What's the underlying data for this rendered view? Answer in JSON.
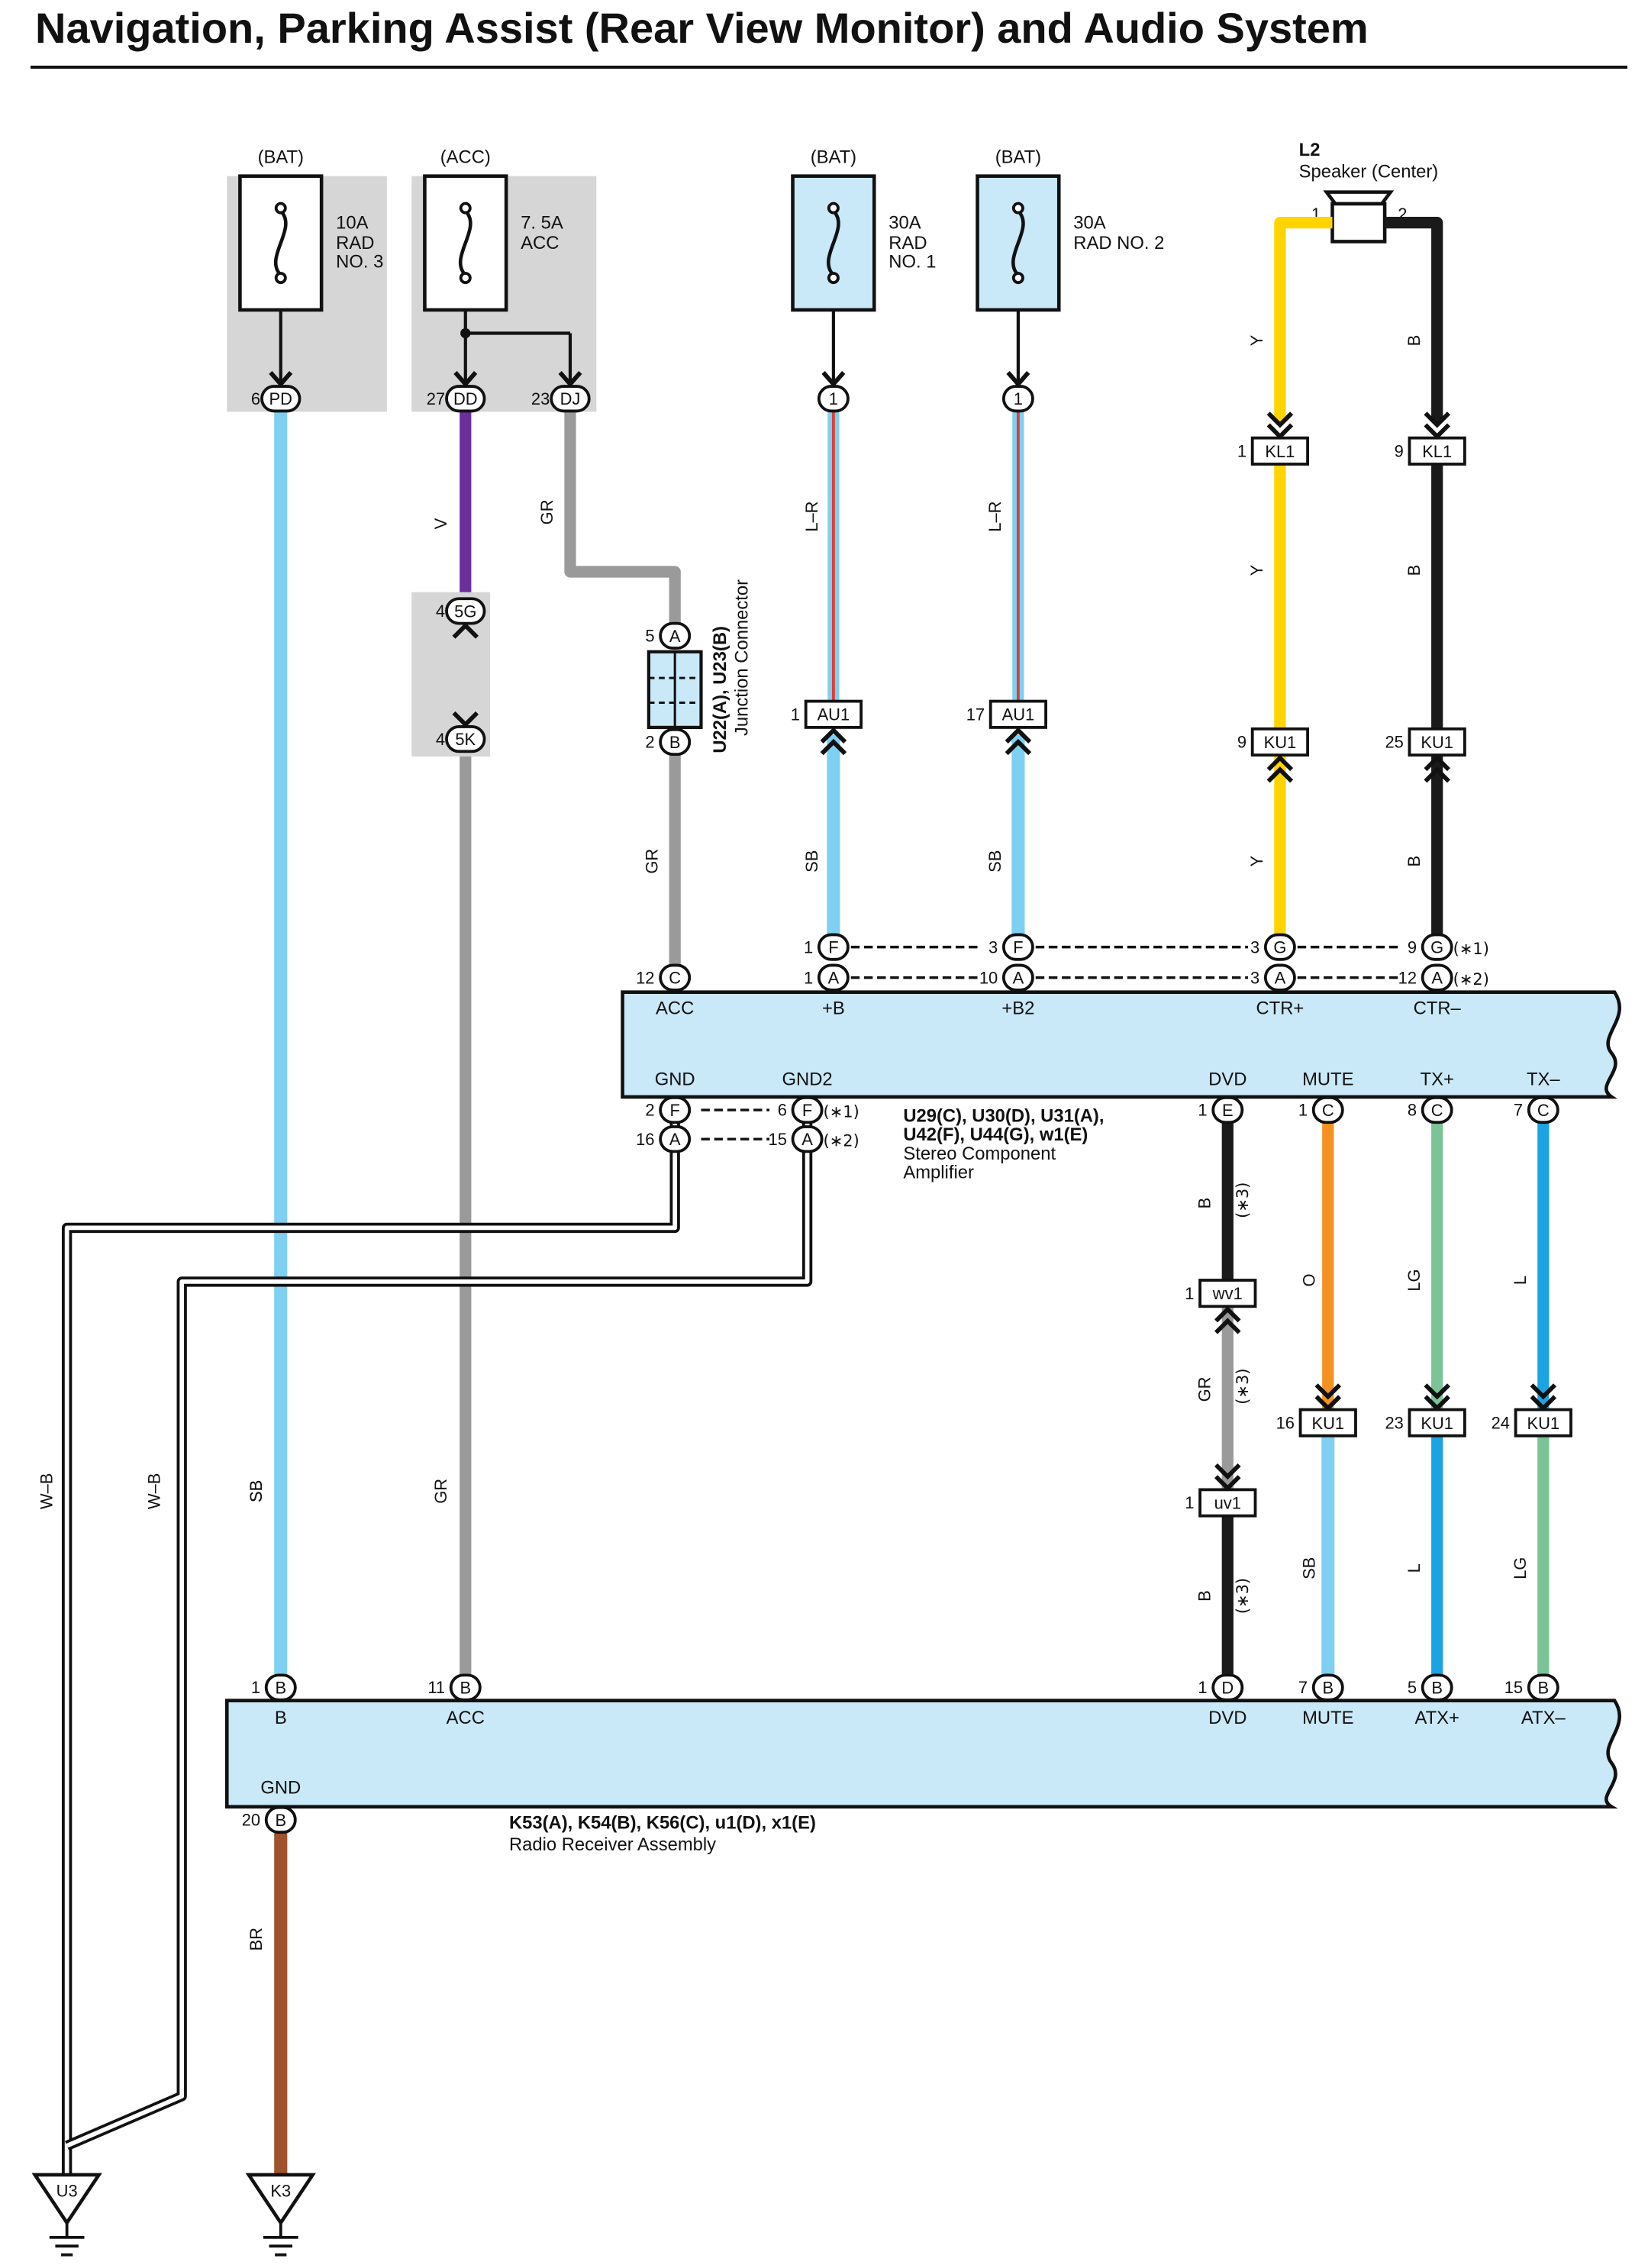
{
  "title": "Navigation, Parking Assist (Rear View Monitor) and Audio System",
  "colors": {
    "wire_SB": "#7ed0f2",
    "wire_GR": "#9a9a9a",
    "wire_V": "#6a2f9a",
    "wire_Y": "#ffd400",
    "wire_B": "#1a1a1a",
    "wire_O": "#f39220",
    "wire_LG": "#7cc497",
    "wire_L": "#1ba3e3",
    "wire_BR": "#a0522d",
    "wire_LR_stripe": "#e03c31",
    "module_fill": "#c9e8f8",
    "fuse_bg": "#d6d6d6",
    "fuse_box_fill": "#c9e8f8"
  },
  "fuses": [
    {
      "source": "(BAT)",
      "rating": "10A",
      "name": [
        "RAD",
        "NO. 3"
      ]
    },
    {
      "source": "(ACC)",
      "rating": "7. 5A",
      "name": [
        "ACC"
      ]
    },
    {
      "source": "(BAT)",
      "rating": "30A",
      "name": [
        "RAD",
        "NO. 1"
      ]
    },
    {
      "source": "(BAT)",
      "rating": "30A",
      "name": [
        "RAD NO. 2"
      ]
    }
  ],
  "speaker": {
    "code": "L2",
    "name": "Speaker (Center)",
    "pin1": "1",
    "pin2": "2"
  },
  "junction": {
    "code": "U22(A), U23(B)",
    "name": "Junction Connector",
    "pin_top": "5",
    "conn_top": "A",
    "pin_bottom": "2",
    "conn_bottom": "B"
  },
  "wires": [
    "SB",
    "V",
    "GR",
    "L–R",
    "L–R",
    "Y",
    "B",
    "Y",
    "B",
    "GR",
    "SB",
    "SB",
    "Y",
    "B",
    "B",
    "GR",
    "B",
    "O",
    "LG",
    "L",
    "SB",
    "L",
    "LG",
    "W–B",
    "W–B",
    "SB",
    "GR",
    "BR"
  ],
  "notes": [
    "(∗3)",
    "(∗3)",
    "(∗3)",
    "(∗1)",
    "(∗2)",
    "(∗1)",
    "(∗2)"
  ],
  "connector_pins": {
    "pd": {
      "pin": "6",
      "conn": "PD"
    },
    "dd": {
      "pin": "27",
      "conn": "DD"
    },
    "dj": {
      "pin": "23",
      "conn": "DJ"
    },
    "rad1": {
      "pin": "",
      "conn": "1"
    },
    "rad2": {
      "pin": "",
      "conn": "1"
    },
    "g5": {
      "pin": "4",
      "conn": "5G"
    },
    "k5": {
      "pin": "4",
      "conn": "5K"
    },
    "kl1a": {
      "pin": "1",
      "conn": "KL1"
    },
    "kl1b": {
      "pin": "9",
      "conn": "KL1"
    },
    "au1a": {
      "pin": "1",
      "conn": "AU1"
    },
    "au1b": {
      "pin": "17",
      "conn": "AU1"
    },
    "ku1a": {
      "pin": "9",
      "conn": "KU1"
    },
    "ku1b": {
      "pin": "25",
      "conn": "KU1"
    },
    "wv1": {
      "pin": "1",
      "conn": "wv1"
    },
    "uv1": {
      "pin": "1",
      "conn": "uv1"
    },
    "ku1c": {
      "pin": "16",
      "conn": "KU1"
    },
    "ku1d": {
      "pin": "23",
      "conn": "KU1"
    },
    "ku1e": {
      "pin": "24",
      "conn": "KU1"
    }
  },
  "amplifier": {
    "codes": [
      "U29(C), U30(D), U31(A),",
      "U42(F), U44(G), w1(E)"
    ],
    "name": [
      "Stereo Component",
      "Amplifier"
    ],
    "top_labels": [
      "ACC",
      "+B",
      "+B2",
      "CTR+",
      "CTR–"
    ],
    "top_pins_row1": [
      {
        "pin": "1",
        "conn": "F"
      },
      {
        "pin": "3",
        "conn": "F"
      },
      {
        "pin": "3",
        "conn": "G"
      },
      {
        "pin": "9",
        "conn": "G"
      }
    ],
    "top_pins_row2": [
      {
        "pin": "12",
        "conn": "C"
      },
      {
        "pin": "1",
        "conn": "A"
      },
      {
        "pin": "10",
        "conn": "A"
      },
      {
        "pin": "3",
        "conn": "A"
      },
      {
        "pin": "12",
        "conn": "A"
      }
    ],
    "bottom_labels": [
      "GND",
      "GND2",
      "DVD",
      "MUTE",
      "TX+",
      "TX–"
    ],
    "bottom_pins_row1": [
      {
        "pin": "2",
        "conn": "F"
      },
      {
        "pin": "6",
        "conn": "F"
      },
      {
        "pin": "1",
        "conn": "E"
      },
      {
        "pin": "1",
        "conn": "C"
      },
      {
        "pin": "8",
        "conn": "C"
      },
      {
        "pin": "7",
        "conn": "C"
      }
    ],
    "bottom_pins_row2": [
      {
        "pin": "16",
        "conn": "A"
      },
      {
        "pin": "15",
        "conn": "A"
      }
    ]
  },
  "receiver": {
    "codes": "K53(A), K54(B), K56(C), u1(D), x1(E)",
    "name": "Radio Receiver Assembly",
    "top_labels": [
      "B",
      "ACC",
      "DVD",
      "MUTE",
      "ATX+",
      "ATX–"
    ],
    "top_pins": [
      {
        "pin": "1",
        "conn": "B"
      },
      {
        "pin": "11",
        "conn": "B"
      },
      {
        "pin": "1",
        "conn": "D"
      },
      {
        "pin": "7",
        "conn": "B"
      },
      {
        "pin": "5",
        "conn": "B"
      },
      {
        "pin": "15",
        "conn": "B"
      }
    ],
    "gnd_label": "GND",
    "gnd_pin": {
      "pin": "20",
      "conn": "B"
    }
  },
  "grounds": [
    {
      "code": "U3"
    },
    {
      "code": "K3"
    }
  ]
}
